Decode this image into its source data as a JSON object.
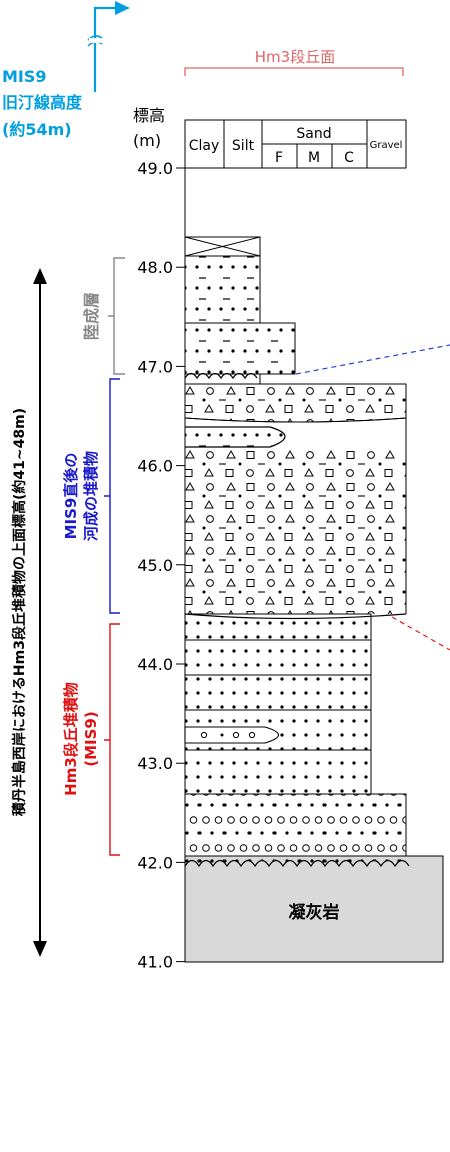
{
  "terrace_surface_label": "Hm3段丘面",
  "mis9_shoreline": {
    "line1": "MIS9",
    "line2": "旧汀線高度",
    "line3": "(約54m)",
    "color": "#00a0e0"
  },
  "elevation_header": {
    "line1": "標高",
    "line2": "(m)"
  },
  "grain_size_header": {
    "clay": "Clay",
    "silt": "Silt",
    "sand": "Sand",
    "gravel": "Gravel",
    "fine": "F",
    "medium": "M",
    "coarse": "C"
  },
  "elevation_ticks": [
    "49.0",
    "48.0",
    "47.0",
    "46.0",
    "45.0",
    "44.0",
    "43.0",
    "42.0",
    "41.0"
  ],
  "units": [
    {
      "label": "陸成層",
      "color": "#888888"
    },
    {
      "label_line1": "MIS9直後の",
      "label_line2": "河成の堆積物",
      "color": "#1a1acc"
    },
    {
      "label_line1": "Hm3段丘堆積物",
      "label_line2": "(MIS9)",
      "color": "#e01010"
    }
  ],
  "vertical_range_label": "積丹半島西岸におけるHm3段丘堆積物の上面標高(約41~48m)",
  "bedrock_label": "凝灰岩",
  "colors": {
    "bedrock_fill": "#d9d9d9",
    "surface_bracket": "#e06666",
    "blue_dashed": "#2040e0",
    "red_dashed": "#e02020"
  }
}
